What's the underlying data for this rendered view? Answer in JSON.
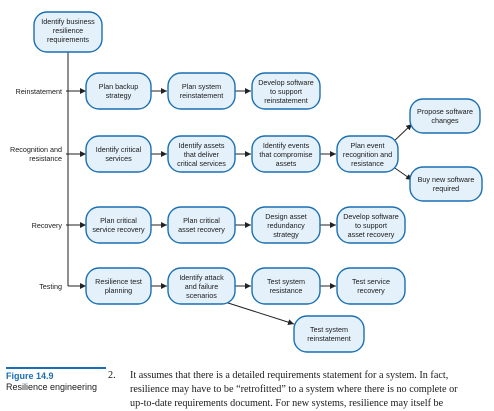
{
  "diagram": {
    "start_node": [
      "Identify business",
      "resilience",
      "requirements"
    ],
    "phases": {
      "reinstatement": "Reinstatement",
      "recognition": [
        "Recognition and",
        "resistance"
      ],
      "recovery": "Recovery",
      "testing": "Testing"
    },
    "nodes": {
      "plan_backup": [
        "Plan backup",
        "strategy"
      ],
      "plan_reinstatement": [
        "Plan system",
        "reinstatement"
      ],
      "dev_reinstatement": [
        "Develop software",
        "to support",
        "reinstatement"
      ],
      "identify_critical": [
        "Identify critical",
        "services"
      ],
      "identify_assets": [
        "Identify assets",
        "that deliver",
        "critical services"
      ],
      "identify_events": [
        "Identify events",
        "that compromise",
        "assets"
      ],
      "plan_event": [
        "Plan event",
        "recognition and",
        "resistance"
      ],
      "propose_changes": [
        "Propose software",
        "changes"
      ],
      "buy_software": [
        "Buy new software",
        "required"
      ],
      "plan_critical_recovery": [
        "Plan critical",
        "service recovery"
      ],
      "plan_asset_recovery": [
        "Plan critical",
        "asset recovery"
      ],
      "design_redundancy": [
        "Design asset",
        "redundancy",
        "strategy"
      ],
      "dev_asset_recovery": [
        "Develop software",
        "to support",
        "asset recovery"
      ],
      "resilience_test": [
        "Resilience test",
        "planning"
      ],
      "identify_attack": [
        "Identify attack",
        "and failure",
        "scenarios"
      ],
      "test_resistance": [
        "Test system",
        "resistance"
      ],
      "test_recovery": [
        "Test service",
        "recovery"
      ],
      "test_reinstatement": [
        "Test system",
        "reinstatement"
      ]
    }
  },
  "caption": {
    "figure": "Figure 14.9",
    "title": "Resilience engineering"
  },
  "body_text": {
    "number": "2.",
    "line1": "It assumes that there is a detailed requirements statement for a system. In fact,",
    "line2": "resilience may have to be “retrofitted” to a system where there is no complete or",
    "line3": "up-to-date requirements document. For new systems, resilience may itself be"
  }
}
